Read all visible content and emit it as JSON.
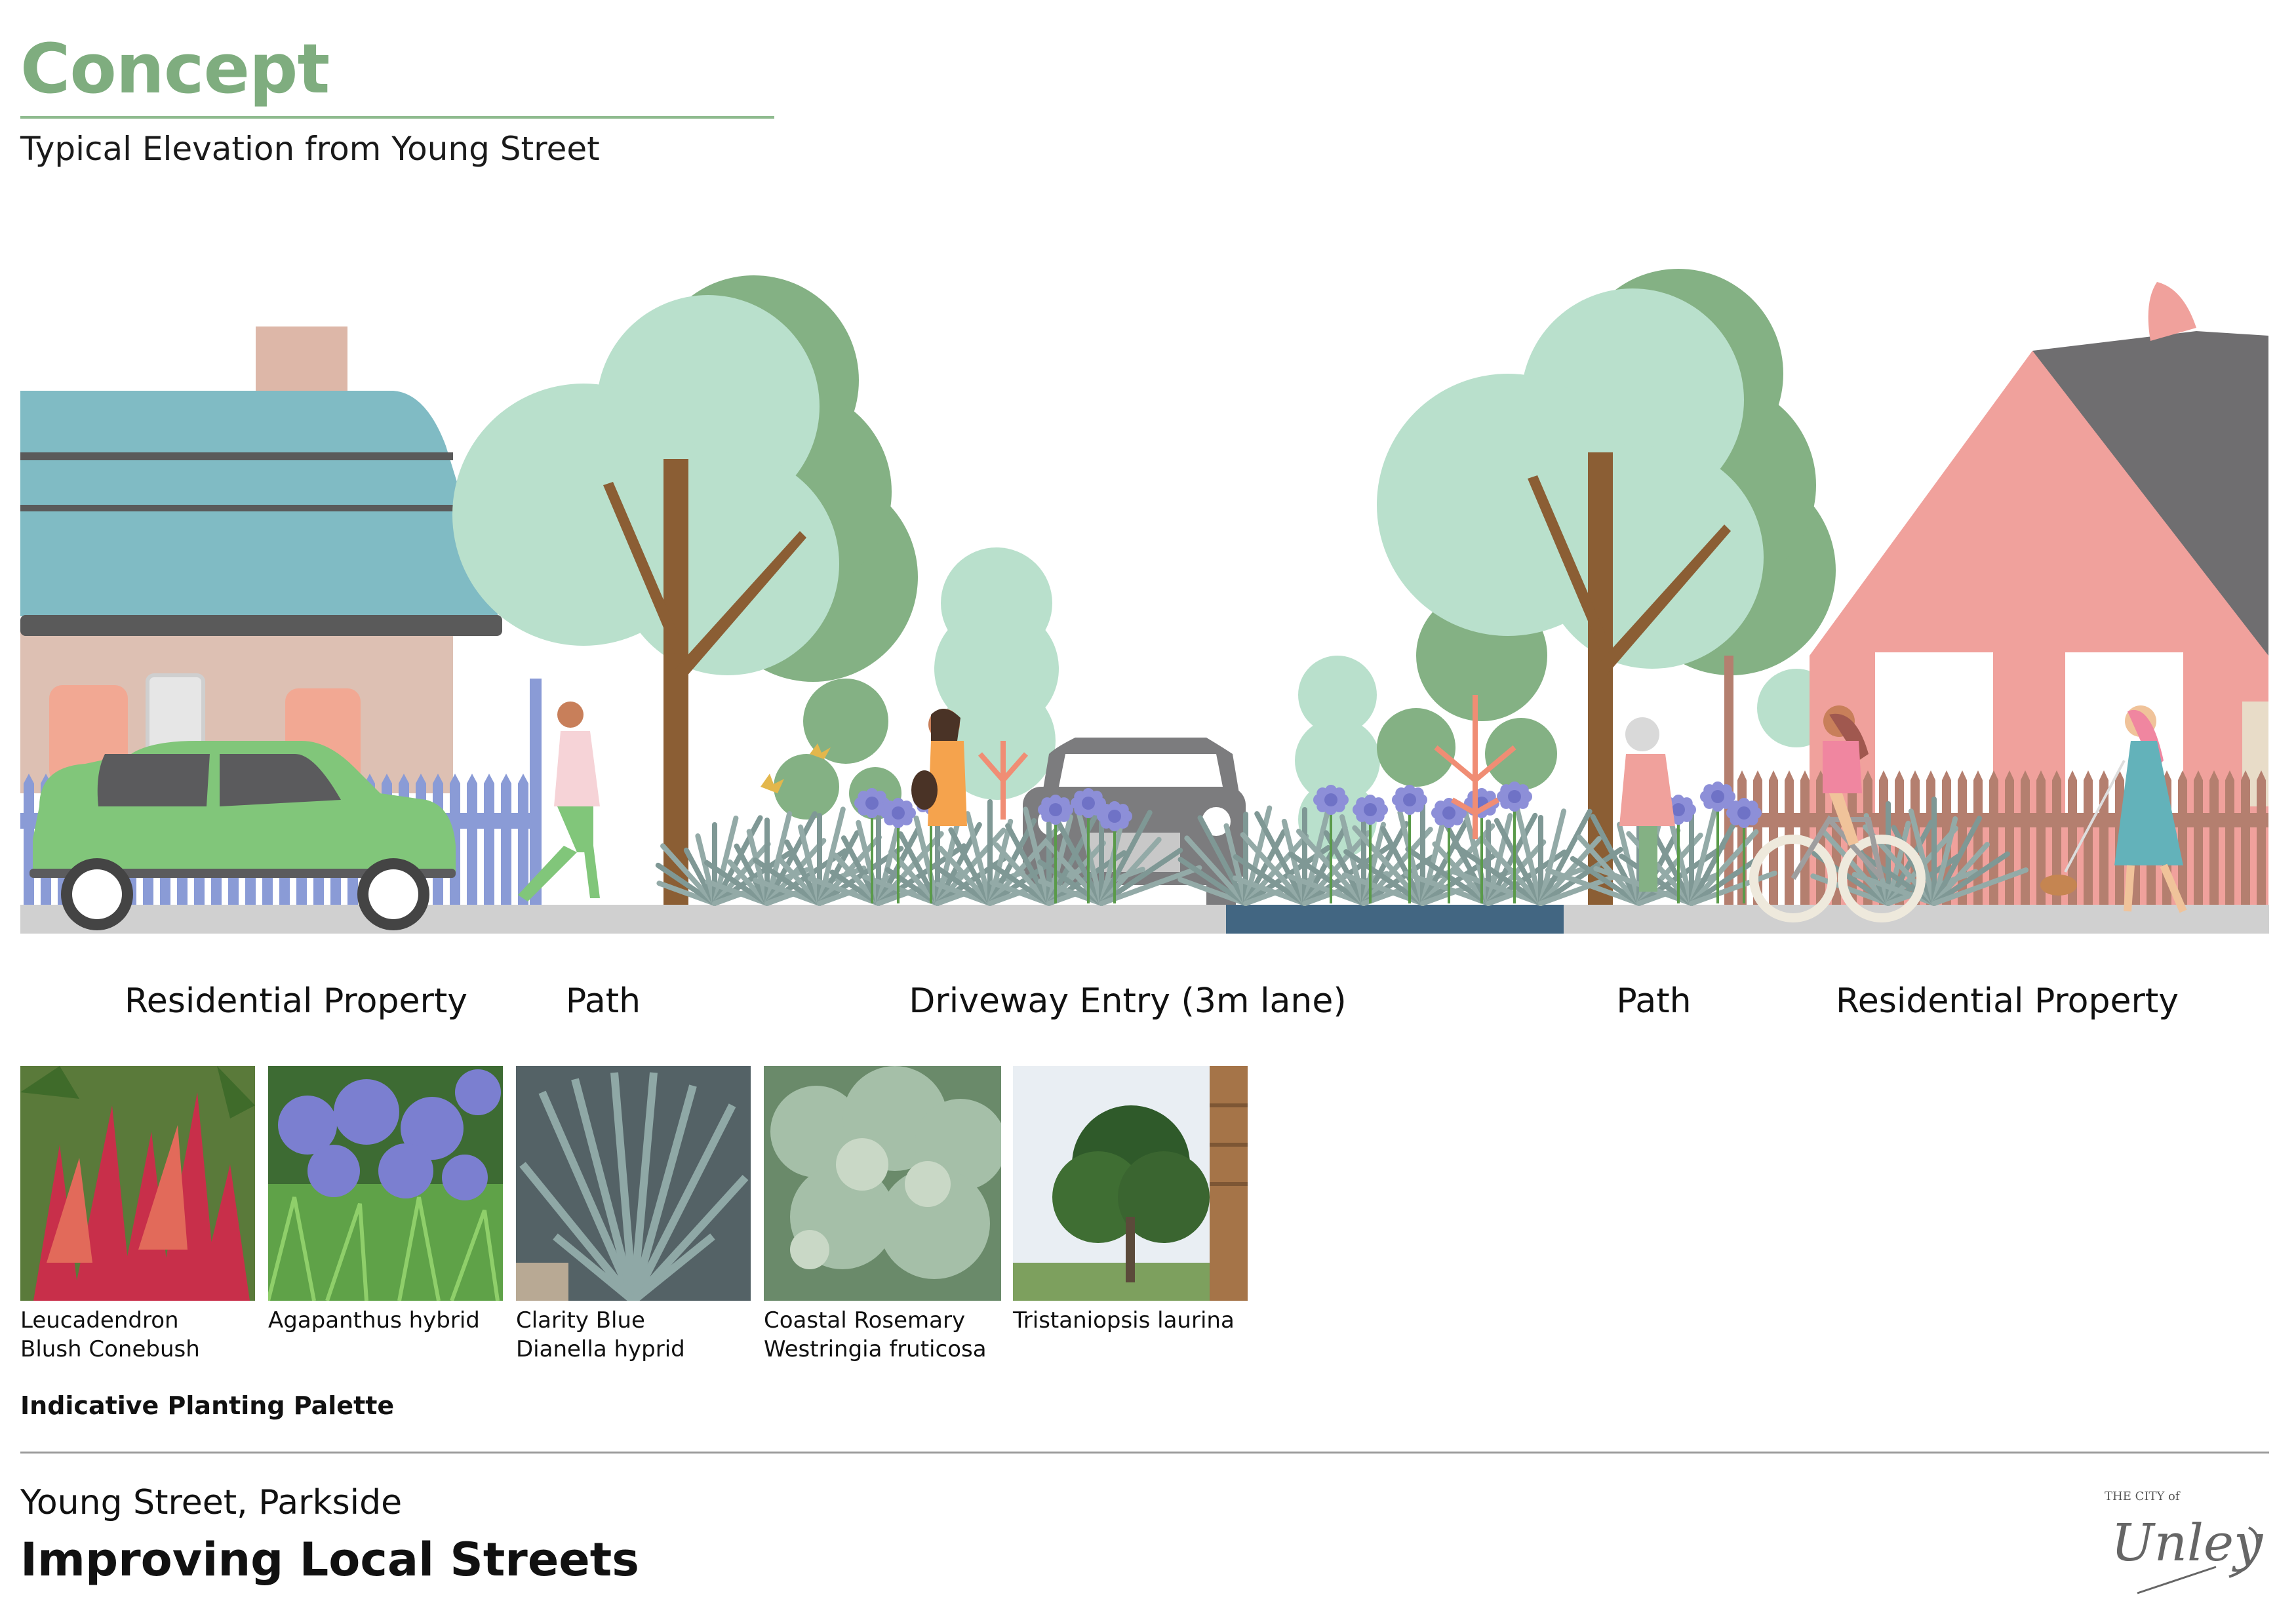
{
  "header": {
    "title": "Concept",
    "subtitle": "Typical Elevation from Young Street"
  },
  "zones": [
    {
      "label": "Residential Property"
    },
    {
      "label": "Path"
    },
    {
      "label": "Driveway Entry (3m lane)"
    },
    {
      "label": "Path"
    },
    {
      "label": "Residential Property"
    }
  ],
  "palette": {
    "title": "Indicative Planting Palette",
    "items": [
      {
        "line1": "Leucadendron",
        "line2": "Blush Conebush",
        "icon": "leucadendron-photo"
      },
      {
        "line1": "Agapanthus hybrid",
        "line2": "",
        "icon": "agapanthus-photo"
      },
      {
        "line1": "Clarity Blue",
        "line2": "Dianella hyprid",
        "icon": "dianella-photo"
      },
      {
        "line1": "Coastal Rosemary",
        "line2": "Westringia fruticosa",
        "icon": "westringia-photo"
      },
      {
        "line1": "Tristaniopsis laurina",
        "line2": "",
        "icon": "tristaniopsis-photo"
      }
    ]
  },
  "footer": {
    "location": "Young Street, Parkside",
    "project": "Improving Local Streets",
    "logo_small": "THE CITY of",
    "logo_big": "Unley"
  },
  "colors": {
    "title_green": "#7fad7f",
    "tree_light": "#b9e0cc",
    "tree_dark": "#84b184",
    "house_roof_blue": "#80bbc4",
    "house_pink": "#f0a19c",
    "car_green": "#81c67a",
    "ground": "#d0d0d0",
    "lane_blue": "#426682"
  }
}
